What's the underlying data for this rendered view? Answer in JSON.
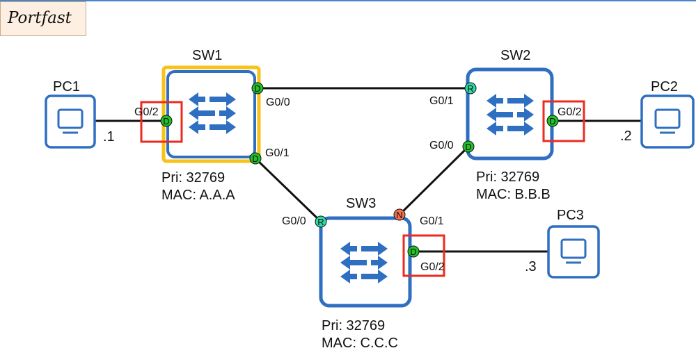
{
  "title": "Portfast",
  "devices": {
    "sw1": {
      "name": "SW1",
      "pri": "Pri: 32769",
      "mac": "MAC: A.A.A"
    },
    "sw2": {
      "name": "SW2",
      "pri": "Pri: 32769",
      "mac": "MAC: B.B.B"
    },
    "sw3": {
      "name": "SW3",
      "pri": "Pri: 32769",
      "mac": "MAC: C.C.C"
    },
    "pc1": {
      "name": "PC1",
      "ip": ".1"
    },
    "pc2": {
      "name": "PC2",
      "ip": ".2"
    },
    "pc3": {
      "name": "PC3",
      "ip": ".3"
    }
  },
  "ports": {
    "sw1_g00": {
      "name": "G0/0",
      "role": "D"
    },
    "sw1_g01": {
      "name": "G0/1",
      "role": "D"
    },
    "sw1_g02": {
      "name": "G0/2",
      "role": "D"
    },
    "sw2_g01": {
      "name": "G0/1",
      "role": "R"
    },
    "sw2_g00": {
      "name": "G0/0",
      "role": "D"
    },
    "sw2_g02": {
      "name": "G0/2",
      "role": "D"
    },
    "sw3_g00": {
      "name": "G0/0",
      "role": "R"
    },
    "sw3_g01": {
      "name": "G0/1",
      "role": "N"
    },
    "sw3_g02": {
      "name": "G0/2",
      "role": "D"
    }
  },
  "colors": {
    "designated": "#22c02a",
    "root": "#2fd9a5",
    "non_designated": "#f0704f",
    "device_blue": "#2f6fc2",
    "root_bridge_highlight": "#f7c21a",
    "portfast_highlight": "#ee2a1f"
  },
  "icons": {
    "switch": "switch-arrows-icon",
    "pc": "monitor-icon"
  }
}
